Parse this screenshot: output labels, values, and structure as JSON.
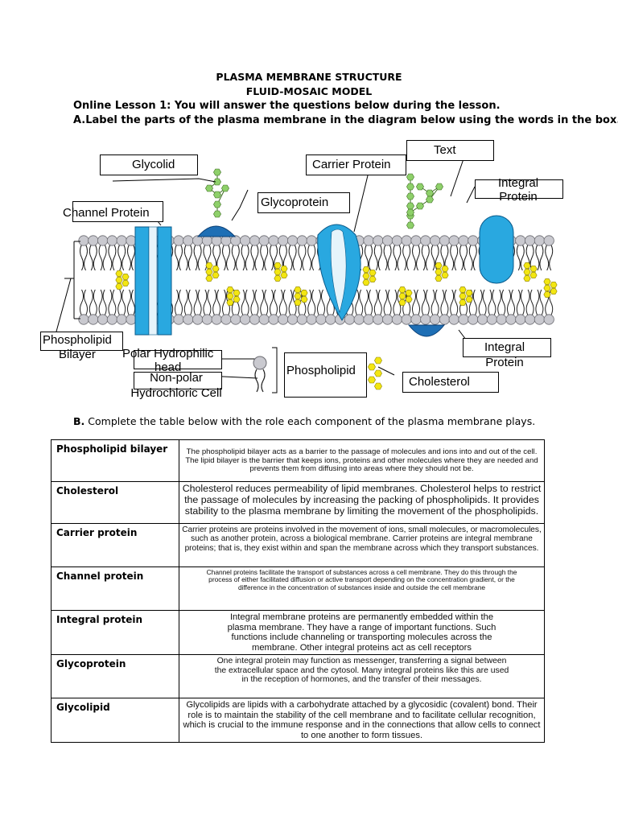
{
  "header": {
    "title": "PLASMA MEMBRANE STRUCTURE",
    "subtitle": "FLUID-MOSAIC MODEL",
    "lesson_line": "Online Lesson 1: You will answer the questions below during the lesson.",
    "section_a_prefix": "A.",
    "section_a_text": "Label the parts of the plasma membrane in the diagram below using the words in the box."
  },
  "diagram": {
    "labels": {
      "text": "Text",
      "glycolid": "Glycolid",
      "carrier_protein": "Carrier Protein",
      "integral_protein_top_1": "Integral",
      "integral_protein_top_2": "Protein",
      "glycoprotein": "Glycoprotein",
      "channel_protein": "Channel Protein",
      "phospholipid_bilayer_1": "Phospholipid",
      "phospholipid_bilayer_2": "Bilayer",
      "polar_head_1": "Polar Hydrophilic",
      "polar_head_2": "head",
      "nonpolar_1": "Non-polar",
      "nonpolar_2": "Hydrochloric Cell",
      "phospholipid": "Phospholipid",
      "cholesterol": "Cholesterol",
      "integral_protein_bottom_1": "Integral",
      "integral_protein_bottom_2": "Protein"
    },
    "colors": {
      "head": "#c9c9cf",
      "head_outline": "#6a6a70",
      "protein_blue": "#29a8e0",
      "protein_dark": "#1e6fb5",
      "cholesterol": "#f3e612",
      "sugar_green": "#8ed06a"
    }
  },
  "section_b": {
    "prefix": "B.",
    "text": "Complete the table below with the role each component of the plasma membrane plays."
  },
  "table": {
    "rows": [
      {
        "name": "Phospholipid bilayer",
        "role": "The phospholipid bilayer acts as a barrier to the passage of molecules and ions into and out of the cell. The lipid bilayer is the barrier that keeps ions, proteins and other molecules where they are needed and prevents them from diffusing into areas where they should not be."
      },
      {
        "name": "Cholesterol",
        "role": "Cholesterol reduces permeability of lipid membranes. Cholesterol helps to restrict the passage of molecules by increasing the packing of phospholipids. It provides stability to the plasma membrane by limiting the movement of the phospholipids."
      },
      {
        "name": "Carrier protein",
        "role": "Carrier proteins are proteins involved in the movement of ions, small molecules, or macromolecules, such as another protein, across a biological membrane. Carrier proteins are integral membrane proteins; that is, they exist within and span the membrane across which they transport substances."
      },
      {
        "name": "Channel protein",
        "role": "Channel proteins facilitate the transport of substances across a cell membrane. They do this through the process of either facilitated diffusion or active transport depending on the concentration gradient, or the difference in the concentration of substances inside and outside the cell membrane"
      },
      {
        "name": "Integral protein",
        "role": "Integral membrane proteins are permanently embedded within the plasma membrane. They have a range of important functions. Such functions include channeling or transporting molecules across the membrane. Other integral proteins act as cell receptors"
      },
      {
        "name": "Glycoprotein",
        "role": "One integral protein may function as messenger, transferring a signal between the extracellular space and the cytosol. Many integral proteins like this are used in the reception of hormones, and the transfer of their messages."
      },
      {
        "name": "Glycolipid",
        "role": "Glycolipids are lipids with a carbohydrate attached by a glycosidic (covalent) bond. Their role is to maintain the stability of the cell membrane and to facilitate cellular recognition, which is crucial to the immune response and in the connections that allow cells to connect to one another to form tissues."
      }
    ]
  }
}
